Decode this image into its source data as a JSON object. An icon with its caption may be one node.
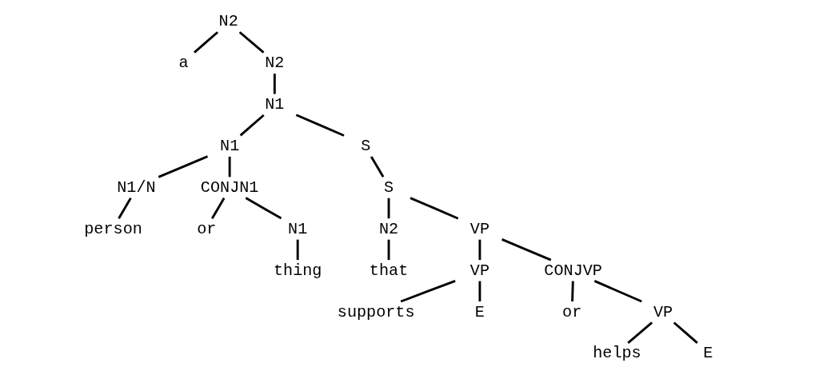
{
  "diagram": {
    "nodes": [
      {
        "text": [
          "N2"
        ]
      },
      {
        "text": [
          "a"
        ]
      },
      {
        "text": [
          "N2"
        ]
      },
      {
        "text": [
          "N1"
        ]
      },
      {
        "text": [
          "N1"
        ]
      },
      {
        "text": [
          "S"
        ]
      },
      {
        "text": [
          "N1/N"
        ]
      },
      {
        "text": [
          "CONJN1"
        ]
      },
      {
        "text": [
          "S"
        ]
      },
      {
        "text": [
          "person"
        ]
      },
      {
        "text": [
          "or"
        ]
      },
      {
        "text": [
          "N1"
        ]
      },
      {
        "text": [
          "N2"
        ]
      },
      {
        "text": [
          "VP"
        ]
      },
      {
        "text": [
          "thing"
        ]
      },
      {
        "text": [
          "that"
        ]
      },
      {
        "text": [
          "VP"
        ]
      },
      {
        "text": [
          "CONJVP"
        ]
      },
      {
        "text": [
          "supports"
        ]
      },
      {
        "text": [
          "E"
        ]
      },
      {
        "text": [
          "or"
        ]
      },
      {
        "text": [
          "VP"
        ]
      },
      {
        "text": [
          "helps"
        ]
      },
      {
        "text": [
          "E"
        ]
      }
    ],
    "edges": [
      {
        "from": 0,
        "to": 1,
        "arrow": "none"
      },
      {
        "from": 0,
        "to": 2,
        "arrow": "none"
      },
      {
        "from": 2,
        "to": 3,
        "arrow": "none"
      },
      {
        "from": 3,
        "to": 4,
        "arrow": "none"
      },
      {
        "from": 3,
        "to": 5,
        "arrow": "none"
      },
      {
        "from": 4,
        "to": 6,
        "arrow": "none"
      },
      {
        "from": 4,
        "to": 7,
        "arrow": "none"
      },
      {
        "from": 6,
        "to": 9,
        "arrow": "none"
      },
      {
        "from": 7,
        "to": 10,
        "arrow": "none"
      },
      {
        "from": 7,
        "to": 11,
        "arrow": "none"
      },
      {
        "from": 11,
        "to": 14,
        "arrow": "none"
      },
      {
        "from": 5,
        "to": 8,
        "arrow": "none"
      },
      {
        "from": 8,
        "to": 12,
        "arrow": "none"
      },
      {
        "from": 8,
        "to": 13,
        "arrow": "none"
      },
      {
        "from": 12,
        "to": 15,
        "arrow": "none"
      },
      {
        "from": 13,
        "to": 16,
        "arrow": "none"
      },
      {
        "from": 13,
        "to": 17,
        "arrow": "none"
      },
      {
        "from": 16,
        "to": 18,
        "arrow": "none"
      },
      {
        "from": 16,
        "to": 19,
        "arrow": "none"
      },
      {
        "from": 17,
        "to": 20,
        "arrow": "none"
      },
      {
        "from": 17,
        "to": 21,
        "arrow": "none"
      },
      {
        "from": 21,
        "to": 22,
        "arrow": "none"
      },
      {
        "from": 21,
        "to": 23,
        "arrow": "none"
      }
    ]
  }
}
